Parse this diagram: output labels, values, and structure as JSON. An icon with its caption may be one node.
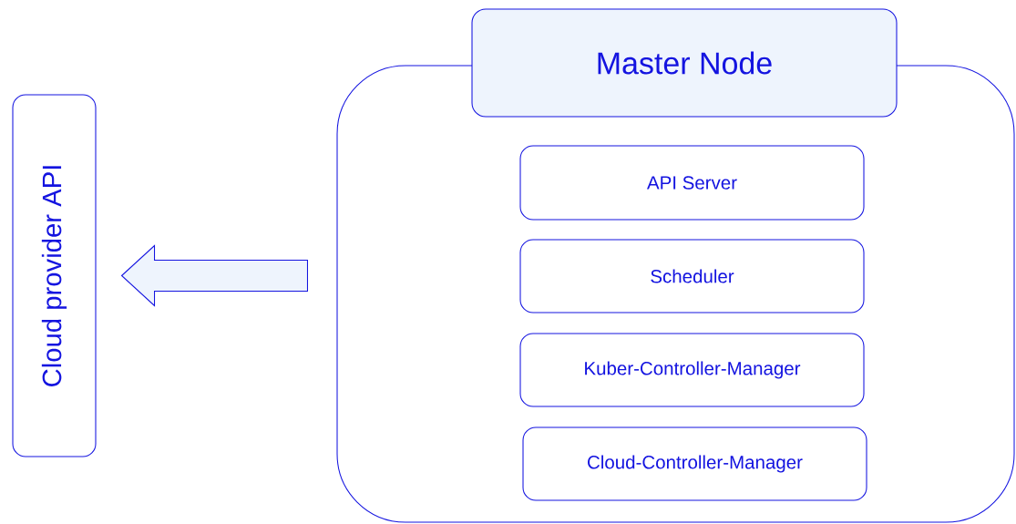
{
  "diagram": {
    "nodes": [
      {
        "text": [
          "Master Node"
        ]
      },
      {
        "text": [
          "API Server"
        ],
        "in": 0
      },
      {
        "text": [
          "Scheduler"
        ],
        "in": 0
      },
      {
        "text": [
          "Kuber-Controller-Manager"
        ],
        "in": 0
      },
      {
        "text": [
          "Cloud-Controller-Manager"
        ],
        "in": 0
      },
      {
        "text": [
          "Cloud provider API"
        ]
      }
    ],
    "edges": [
      {
        "from": 0,
        "to": 5,
        "arrow": "to"
      }
    ]
  }
}
